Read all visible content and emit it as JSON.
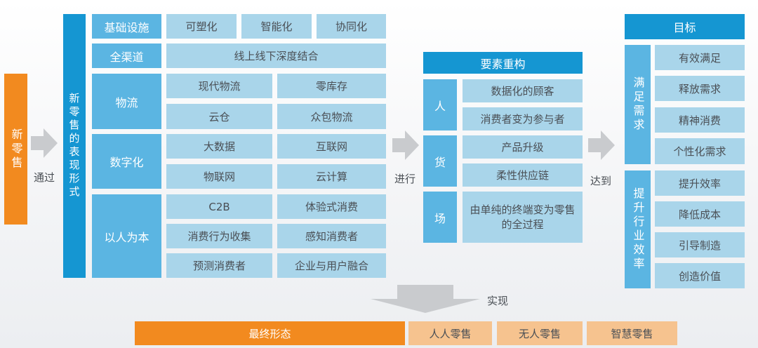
{
  "left": {
    "title": "新零售",
    "via": "通过"
  },
  "forms": {
    "title": "新零售的表现形式",
    "rows": [
      {
        "label": "基础设施",
        "items": [
          "可塑化",
          "智能化",
          "协同化"
        ]
      },
      {
        "label": "全渠道",
        "items": [
          "线上线下深度结合"
        ]
      },
      {
        "label": "物流",
        "items": [
          "现代物流",
          "零库存",
          "云仓",
          "众包物流"
        ]
      },
      {
        "label": "数字化",
        "items": [
          "大数据",
          "互联网",
          "物联网",
          "云计算"
        ]
      },
      {
        "label": "以人为本",
        "items": [
          "C2B",
          "体验式消费",
          "消费行为收集",
          "感知消费者",
          "预测消费者",
          "企业与用户融合"
        ]
      }
    ]
  },
  "proceed": "进行",
  "restructure": {
    "title": "要素重构",
    "groups": [
      {
        "label": "人",
        "items": [
          "数据化的顾客",
          "消费者变为参与者"
        ]
      },
      {
        "label": "货",
        "items": [
          "产品升级",
          "柔性供应链"
        ]
      },
      {
        "label": "场",
        "items": [
          "由单纯的终端变为零售的全过程"
        ]
      }
    ]
  },
  "reach": "达到",
  "goals": {
    "title": "目标",
    "groups": [
      {
        "label": "满足需求",
        "items": [
          "有效满足",
          "释放需求",
          "精神消费",
          "个性化需求"
        ]
      },
      {
        "label": "提升行业效率",
        "items": [
          "提升效率",
          "降低成本",
          "引导制造",
          "创造价值"
        ]
      }
    ]
  },
  "realize": "实现",
  "final": {
    "label": "最终形态",
    "items": [
      "人人零售",
      "无人零售",
      "智慧零售"
    ]
  },
  "colors": {
    "light_blue": "#a9d5ea",
    "mid_blue": "#5bb5e2",
    "dark_blue": "#1596d2",
    "orange": "#f28a1f",
    "light_orange": "#f6c38f",
    "arrow_gray": "#c9cbce"
  }
}
